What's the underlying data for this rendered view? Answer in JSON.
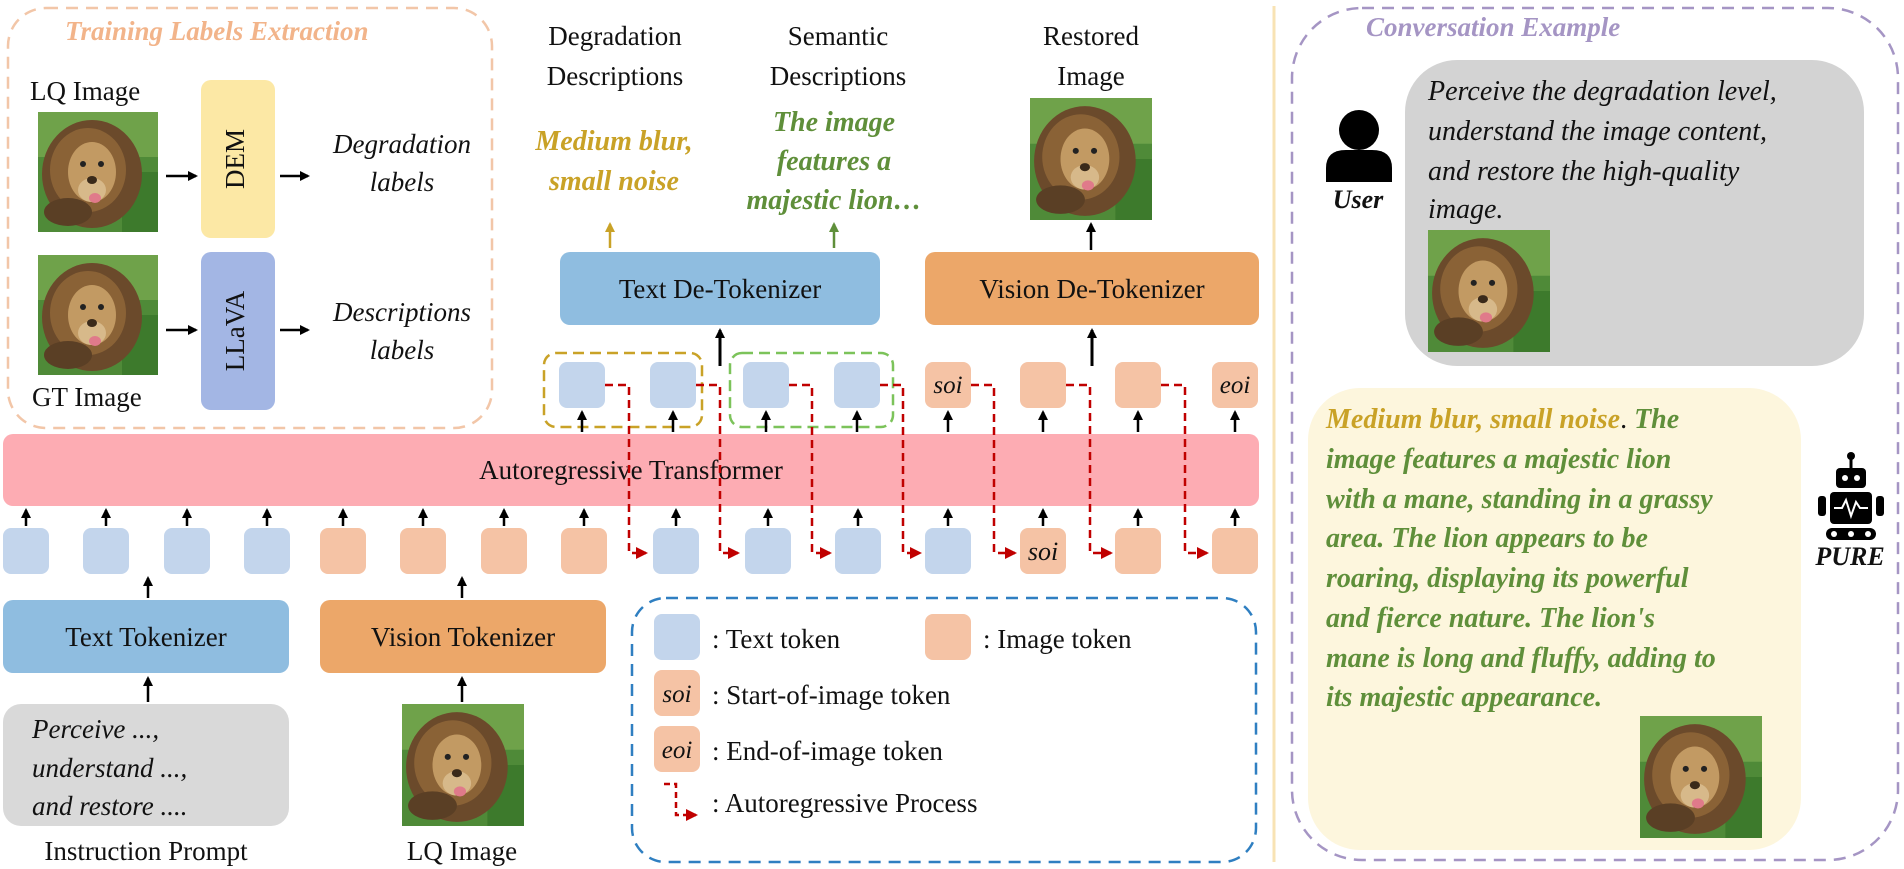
{
  "training": {
    "title": "Training Labels Extraction",
    "lq_label": "LQ Image",
    "gt_label": "GT Image",
    "dem": "DEM",
    "llava": "LLaVA",
    "deg_labels": [
      "Degradation",
      "labels"
    ],
    "desc_labels": [
      "Descriptions",
      "labels"
    ]
  },
  "pipeline": {
    "degradation_header": [
      "Degradation",
      "Descriptions"
    ],
    "semantic_header": [
      "Semantic",
      "Descriptions"
    ],
    "restored_header": [
      "Restored",
      "Image"
    ],
    "degradation_output": [
      "Medium blur,",
      "small noise"
    ],
    "semantic_output": [
      "The image",
      "features a",
      "majestic lion…"
    ],
    "text_detokenizer": "Text De-Tokenizer",
    "vision_detokenizer": "Vision De-Tokenizer",
    "transformer": "Autoregressive Transformer",
    "text_tokenizer": "Text Tokenizer",
    "vision_tokenizer": "Vision Tokenizer",
    "prompt_lines": [
      "Perceive ...,",
      "understand ...,",
      "and restore ...."
    ],
    "instruction_label": "Instruction Prompt",
    "lq_bottom_label": "LQ Image",
    "soi": "soi",
    "eoi": "eoi"
  },
  "legend": {
    "text_token": ": Text token",
    "image_token": ": Image token",
    "soi_label": ": Start-of-image token",
    "eoi_label": ": End-of-image token",
    "ar_label": ": Autoregressive Process",
    "soi": "soi",
    "eoi": "eoi"
  },
  "conversation": {
    "title": "Conversation Example",
    "user_role": "User",
    "user_lines": [
      "Perceive the degradation level,",
      "understand the image content,",
      "and restore the high-quality",
      "image."
    ],
    "assistant_role": "PURE",
    "reply_gold": "Medium blur, small noise",
    "reply_first_green": "The",
    "reply_lines": [
      "image features a majestic lion",
      "with a mane, standing in a grassy",
      "area. The lion appears to be",
      "roaring, displaying its powerful",
      "and fierce nature. The lion's",
      "mane is long and fluffy, adding to",
      "its majestic appearance."
    ]
  },
  "colors": {
    "text_token": "#c3d5ec",
    "image_token": "#f5c3a5",
    "text_tokenizer": "#8fbde0",
    "vision_tokenizer": "#eca769",
    "transformer": "#fdacb3",
    "dem": "#fce8a5",
    "llava": "#a3b6e4",
    "prompt": "#d9d9d9",
    "user_bubble": "#d3d3d3",
    "reply_bubble": "#fdf6dd",
    "ar_arrow": "#c00000",
    "gold": "#c9a227",
    "green": "#5f8f3a",
    "legend_border": "#2f7fc1",
    "training_border": "#f2c6a8",
    "conversation_border": "#a595c4"
  }
}
